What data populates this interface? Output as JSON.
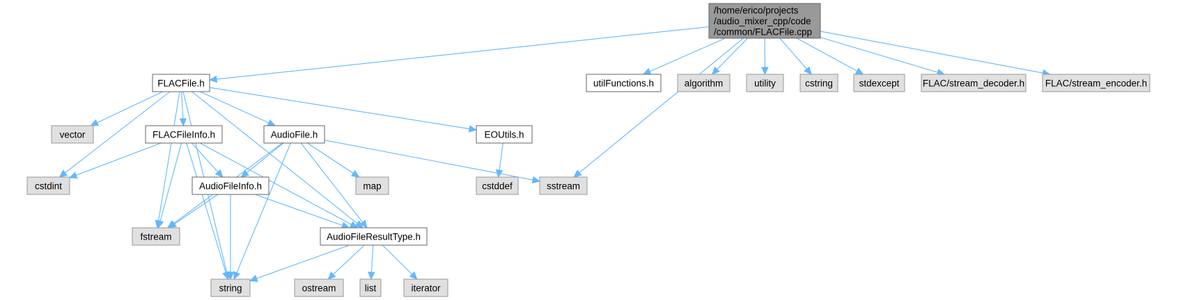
{
  "diagram": {
    "title": "Include dependency graph for FLACFile.cpp",
    "colors": {
      "root_fill": "#999999",
      "root_stroke": "#666666",
      "internal_fill": "#ffffff",
      "internal_stroke": "#666666",
      "external_fill": "#e0e0e0",
      "external_stroke": "#999999",
      "edge": "#63b8ff"
    },
    "nodes": [
      {
        "id": "root",
        "kind": "root",
        "lines": [
          "/home/erico/projects",
          "/audio_mixer_cpp/code",
          "/common/FLACFile.cpp"
        ]
      },
      {
        "id": "flacfile_h",
        "kind": "internal",
        "lines": [
          "FLACFile.h"
        ]
      },
      {
        "id": "utilfunctions_h",
        "kind": "internal",
        "lines": [
          "utilFunctions.h"
        ]
      },
      {
        "id": "algorithm",
        "kind": "external",
        "lines": [
          "algorithm"
        ]
      },
      {
        "id": "utility",
        "kind": "external",
        "lines": [
          "utility"
        ]
      },
      {
        "id": "cstring",
        "kind": "external",
        "lines": [
          "cstring"
        ]
      },
      {
        "id": "stdexcept",
        "kind": "external",
        "lines": [
          "stdexcept"
        ]
      },
      {
        "id": "stream_decoder",
        "kind": "external",
        "lines": [
          "FLAC/stream_decoder.h"
        ]
      },
      {
        "id": "stream_encoder",
        "kind": "external",
        "lines": [
          "FLAC/stream_encoder.h"
        ]
      },
      {
        "id": "vector",
        "kind": "external",
        "lines": [
          "vector"
        ]
      },
      {
        "id": "flacfileinfo_h",
        "kind": "internal",
        "lines": [
          "FLACFileInfo.h"
        ]
      },
      {
        "id": "audiofile_h",
        "kind": "internal",
        "lines": [
          "AudioFile.h"
        ]
      },
      {
        "id": "eoutils_h",
        "kind": "internal",
        "lines": [
          "EOUtils.h"
        ]
      },
      {
        "id": "cstdint",
        "kind": "external",
        "lines": [
          "cstdint"
        ]
      },
      {
        "id": "audiofileinfo_h",
        "kind": "internal",
        "lines": [
          "AudioFileInfo.h"
        ]
      },
      {
        "id": "map",
        "kind": "external",
        "lines": [
          "map"
        ]
      },
      {
        "id": "cstddef",
        "kind": "external",
        "lines": [
          "cstddef"
        ]
      },
      {
        "id": "sstream",
        "kind": "external",
        "lines": [
          "sstream"
        ]
      },
      {
        "id": "fstream",
        "kind": "external",
        "lines": [
          "fstream"
        ]
      },
      {
        "id": "audiofileresulttype_h",
        "kind": "internal",
        "lines": [
          "AudioFileResultType.h"
        ]
      },
      {
        "id": "string",
        "kind": "external",
        "lines": [
          "string"
        ]
      },
      {
        "id": "ostream",
        "kind": "external",
        "lines": [
          "ostream"
        ]
      },
      {
        "id": "list",
        "kind": "external",
        "lines": [
          "list"
        ]
      },
      {
        "id": "iterator",
        "kind": "external",
        "lines": [
          "iterator"
        ]
      }
    ],
    "edges": [
      [
        "root",
        "flacfile_h"
      ],
      [
        "root",
        "sstream"
      ],
      [
        "root",
        "utilfunctions_h"
      ],
      [
        "root",
        "algorithm"
      ],
      [
        "root",
        "utility"
      ],
      [
        "root",
        "cstring"
      ],
      [
        "root",
        "stdexcept"
      ],
      [
        "root",
        "stream_decoder"
      ],
      [
        "root",
        "stream_encoder"
      ],
      [
        "flacfile_h",
        "vector"
      ],
      [
        "flacfile_h",
        "cstdint"
      ],
      [
        "flacfile_h",
        "fstream"
      ],
      [
        "flacfile_h",
        "string"
      ],
      [
        "flacfile_h",
        "flacfileinfo_h"
      ],
      [
        "flacfile_h",
        "audiofile_h"
      ],
      [
        "flacfile_h",
        "audiofileresulttype_h"
      ],
      [
        "flacfile_h",
        "eoutils_h"
      ],
      [
        "flacfileinfo_h",
        "cstdint"
      ],
      [
        "flacfileinfo_h",
        "fstream"
      ],
      [
        "flacfileinfo_h",
        "string"
      ],
      [
        "flacfileinfo_h",
        "audiofileinfo_h"
      ],
      [
        "flacfileinfo_h",
        "audiofileresulttype_h"
      ],
      [
        "audiofile_h",
        "fstream"
      ],
      [
        "audiofile_h",
        "audiofileinfo_h"
      ],
      [
        "audiofile_h",
        "string"
      ],
      [
        "audiofile_h",
        "map"
      ],
      [
        "audiofile_h",
        "audiofileresulttype_h"
      ],
      [
        "audiofile_h",
        "sstream"
      ],
      [
        "eoutils_h",
        "cstddef"
      ],
      [
        "audiofileinfo_h",
        "fstream"
      ],
      [
        "audiofileinfo_h",
        "string"
      ],
      [
        "audiofileinfo_h",
        "audiofileresulttype_h"
      ],
      [
        "audiofileresulttype_h",
        "string"
      ],
      [
        "audiofileresulttype_h",
        "ostream"
      ],
      [
        "audiofileresulttype_h",
        "list"
      ],
      [
        "audiofileresulttype_h",
        "iterator"
      ]
    ]
  }
}
